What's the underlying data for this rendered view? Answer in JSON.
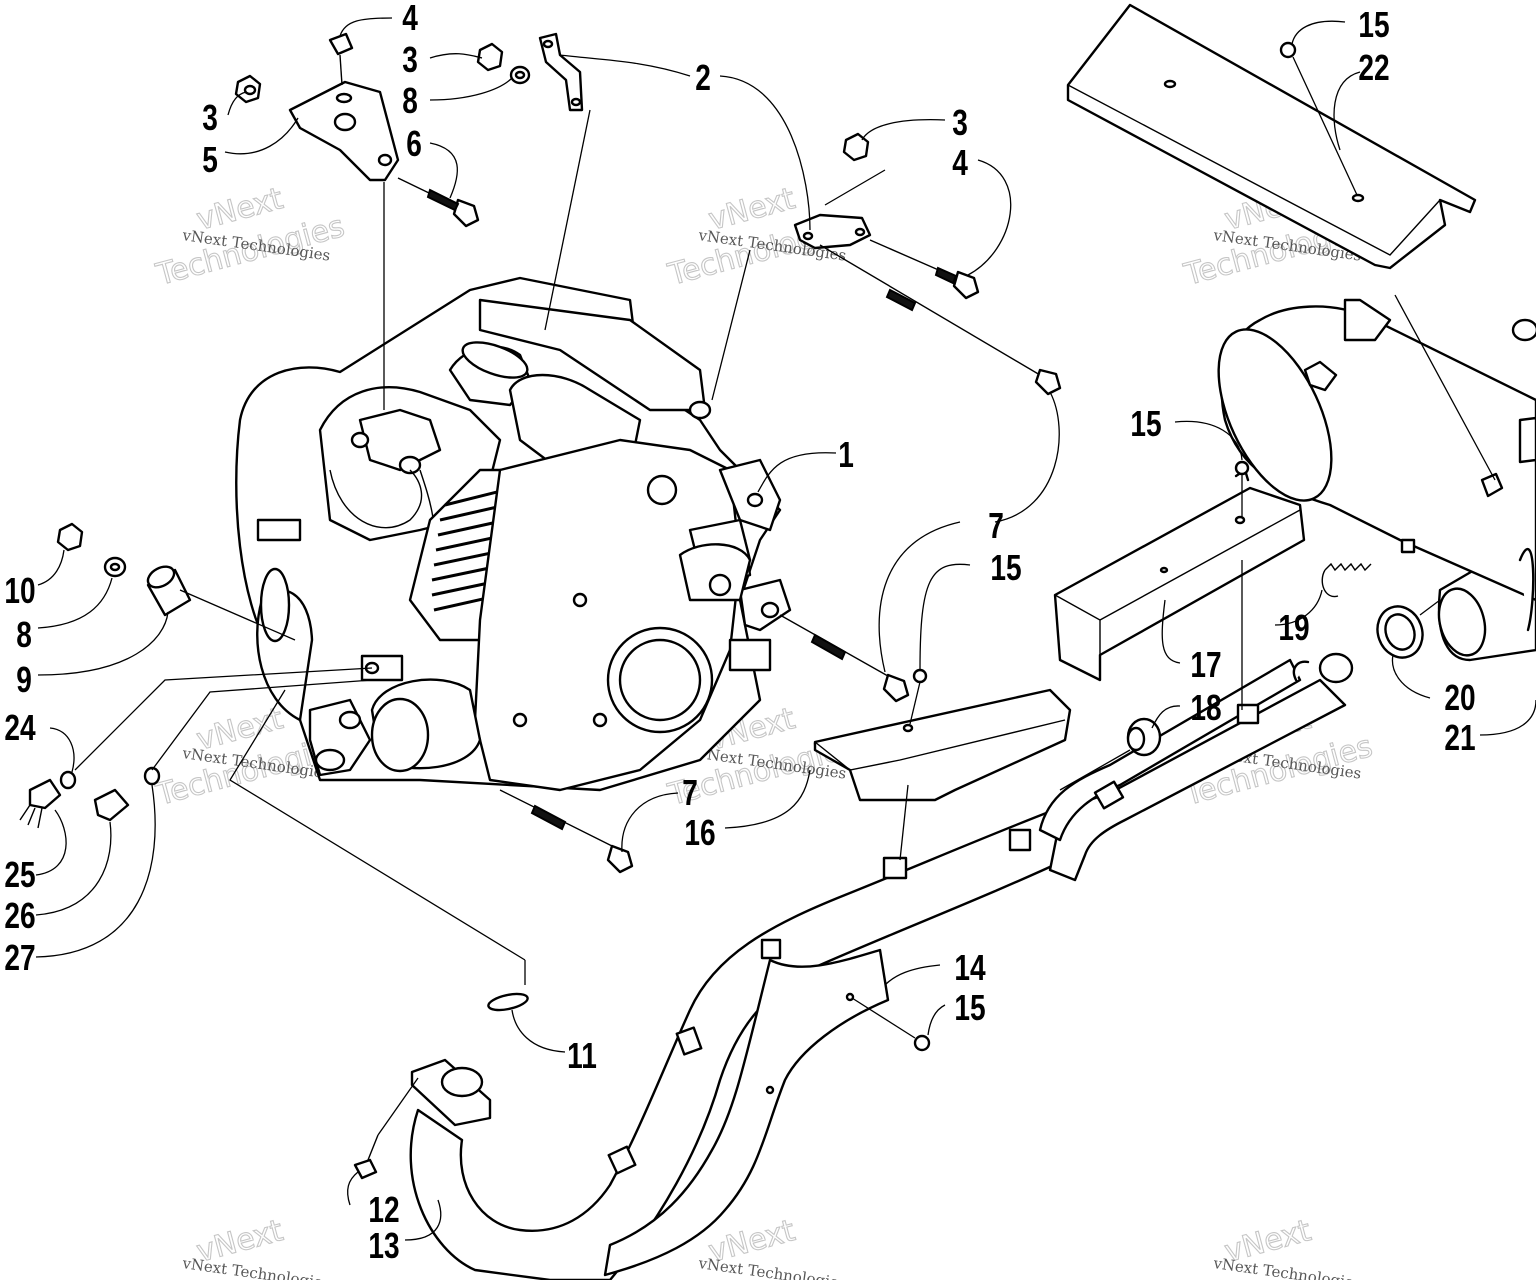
{
  "watermark": {
    "text_small": "vNext Technologies",
    "text_brand": "vNext",
    "text_sub": "Technologies"
  },
  "callouts": {
    "c1": "1",
    "c2": "2",
    "c3a": "3",
    "c3b": "3",
    "c3c": "3",
    "c4a": "4",
    "c4b": "4",
    "c5": "5",
    "c6": "6",
    "c7a": "7",
    "c7b": "7",
    "c8a": "8",
    "c8b": "8",
    "c9": "9",
    "c10": "10",
    "c11": "11",
    "c12": "12",
    "c13": "13",
    "c14": "14",
    "c15a": "15",
    "c15b": "15",
    "c15c": "15",
    "c15d": "15",
    "c16": "16",
    "c17": "17",
    "c18": "18",
    "c19": "19",
    "c20": "20",
    "c21": "21",
    "c22": "22",
    "c24": "24",
    "c25": "25",
    "c26": "26",
    "c27": "27"
  }
}
